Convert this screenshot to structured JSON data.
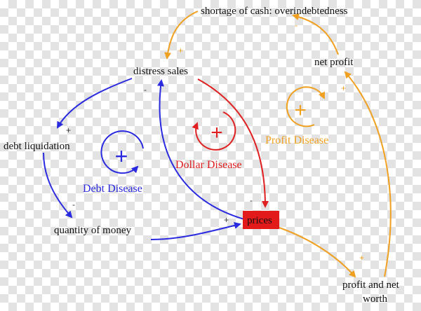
{
  "nodes": {
    "shortage": "shortage of cash: overindebtedness",
    "net_profit": "net profit",
    "distress_sales": "distress sales",
    "debt_liquidation": "debt liquidation",
    "quantity_of_money": "quantity of money",
    "prices": "prices",
    "profit_net_worth_1": "profit and net",
    "profit_net_worth_2": "worth"
  },
  "loops": {
    "debt": "Debt Disease",
    "dollar": "Dollar Disease",
    "profit": "Profit Disease"
  },
  "loop_signs": {
    "debt": "+",
    "dollar": "+",
    "profit": "+"
  },
  "polarity": {
    "ds_to_dl": "+",
    "dl_to_qm": "-",
    "prices_to_ds": "-",
    "ds_to_prices": "-",
    "qm_to_prices": "+",
    "prices_to_pnw": "+",
    "pnw_to_np": "+",
    "np_to_shortage": "-",
    "shortage_to_ds": "+"
  },
  "colors": {
    "debt": "#2a2ae0",
    "dollar": "#e02020",
    "profit": "#f0a020",
    "prices_box": "#e21a1a"
  }
}
